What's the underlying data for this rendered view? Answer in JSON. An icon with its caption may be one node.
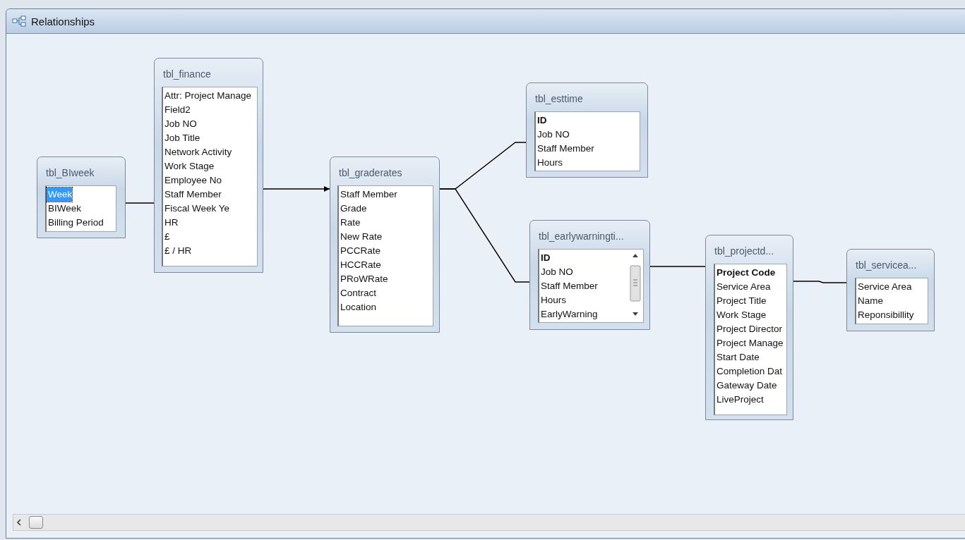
{
  "diagram": {
    "title": "Relationships",
    "nodes": [
      {
        "text": [
          "tbl_BIweek",
          "Week",
          "BIWeek",
          "Billing  Period"
        ]
      },
      {
        "text": [
          "tbl_finance",
          "Attr: Project Manage",
          "Field2",
          "Job NO",
          "Job Title",
          "Network Activity",
          "Work Stage",
          "Employee No",
          "Staff Member",
          "Fiscal Week Ye",
          "HR",
          "£",
          "£ / HR"
        ]
      },
      {
        "text": [
          "tbl_graderates",
          "Staff Member",
          "Grade",
          "Rate",
          "New Rate",
          "PCCRate",
          "HCCRate",
          "PRoWRate",
          "Contract",
          "Location"
        ]
      },
      {
        "text": [
          "tbl_esttime",
          "**ID**",
          "Job NO",
          "Staff Member",
          "Hours"
        ]
      },
      {
        "text": [
          "tbl_earlywarningti...",
          "**ID**",
          "Job NO",
          "Staff Member",
          "Hours",
          "EarlyWarning"
        ]
      },
      {
        "text": [
          "tbl_projectd...",
          "**Project Code**",
          "Service Area",
          "Project Title",
          "Work Stage",
          "Project Director",
          "Project Manage",
          "Start Date",
          "Completion Dat",
          "Gateway Date",
          "LiveProject"
        ]
      },
      {
        "text": [
          "tbl_servicea...",
          "Service Area",
          "Name",
          "Reponsibillity"
        ]
      }
    ],
    "edges": [
      {
        "from": 0,
        "to": 1,
        "arrow": "none"
      },
      {
        "from": 1,
        "to": 2,
        "arrow": "to"
      },
      {
        "from": 2,
        "to": 3,
        "arrow": "none"
      },
      {
        "from": 2,
        "to": 4,
        "arrow": "none"
      },
      {
        "from": 4,
        "to": 5,
        "arrow": "none"
      },
      {
        "from": 5,
        "to": 6,
        "arrow": "none"
      }
    ]
  }
}
